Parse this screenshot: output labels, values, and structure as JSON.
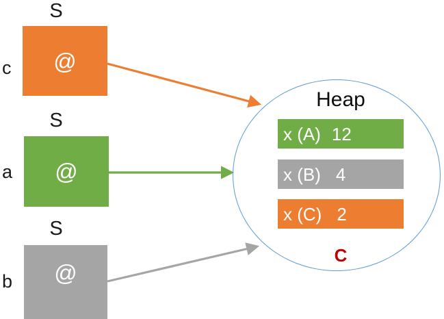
{
  "diagram": {
    "title": "stack-variables-pointing-to-heap-objects",
    "background_color": "#FFFFFF",
    "palette": {
      "orange": "#ED7D31",
      "green": "#70AD47",
      "gray": "#A5A5A5",
      "ellipse_stroke": "#5B9BD5",
      "red_tag": "#C00000",
      "text_dark": "#1A1A1A",
      "text_on_fill": "#FFFFFF"
    }
  },
  "stack": {
    "boxes": [
      {
        "var_name": "c",
        "type_label": "S",
        "content": "@",
        "color": "#ED7D31",
        "color_name": "orange"
      },
      {
        "var_name": "a",
        "type_label": "S",
        "content": "@",
        "color": "#70AD47",
        "color_name": "green"
      },
      {
        "var_name": "b",
        "type_label": "S",
        "content": "@",
        "color": "#A5A5A5",
        "color_name": "gray"
      }
    ]
  },
  "heap": {
    "title": "Heap",
    "tag": "C",
    "rows": [
      {
        "key": "x (A)",
        "value": "12",
        "color": "#70AD47",
        "color_name": "green"
      },
      {
        "key": "x (B)",
        "value": "4",
        "color": "#A5A5A5",
        "color_name": "gray"
      },
      {
        "key": "x (C)",
        "value": "2",
        "color": "#ED7D31",
        "color_name": "orange"
      }
    ]
  },
  "arrows": [
    {
      "from_var": "c",
      "to": "heap",
      "color": "#ED7D31",
      "color_name": "orange"
    },
    {
      "from_var": "a",
      "to": "heap",
      "color": "#70AD47",
      "color_name": "green"
    },
    {
      "from_var": "b",
      "to": "heap",
      "color": "#A5A5A5",
      "color_name": "gray"
    }
  ]
}
